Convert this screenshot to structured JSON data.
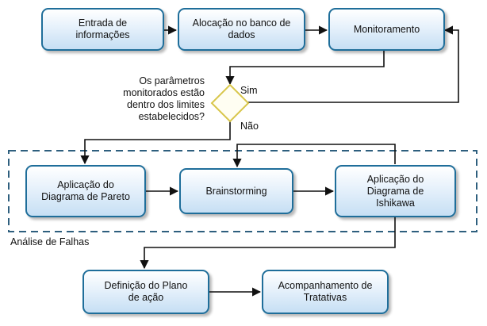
{
  "nodes": {
    "entrada": "Entrada de informações",
    "alocacao": "Alocação no banco de dados",
    "monitoramento": "Monitoramento",
    "pareto": "Aplicação do Diagrama de Pareto",
    "brainstorming": "Brainstorming",
    "ishikawa": "Aplicação do Diagrama de Ishikawa",
    "plano": "Definição do Plano de ação",
    "acompanhamento": "Acompanhamento de Tratativas"
  },
  "decision": {
    "question": "Os parâmetros monitorados estão dentro dos limites estabelecidos?",
    "yes": "Sim",
    "no": "Não"
  },
  "group_label": "Análise de Falhas",
  "colors": {
    "box_border": "#1f6e9a",
    "box_fill_top": "#ffffff",
    "box_fill_bottom": "#c6dff4",
    "group_border": "#2e5f7e",
    "decision_border": "#d8c64a",
    "decision_fill": "#fffef2",
    "connector": "#111111"
  }
}
